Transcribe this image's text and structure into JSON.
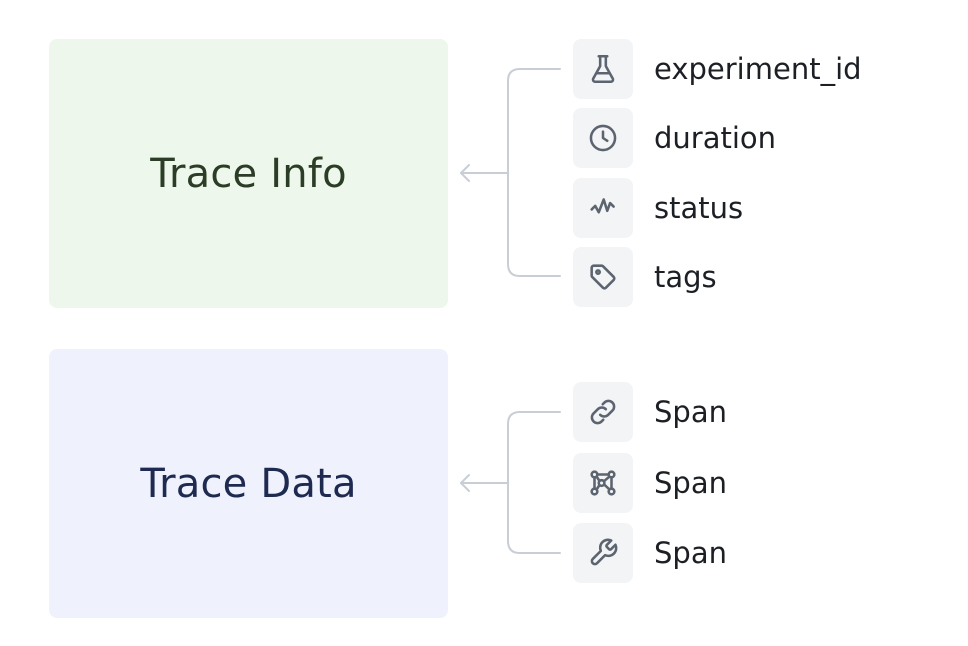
{
  "trace_info": {
    "title": "Trace Info",
    "fields": [
      {
        "label": "experiment_id",
        "icon": "flask-icon"
      },
      {
        "label": "duration",
        "icon": "clock-icon"
      },
      {
        "label": "status",
        "icon": "activity-icon"
      },
      {
        "label": "tags",
        "icon": "tag-icon"
      }
    ]
  },
  "trace_data": {
    "title": "Trace Data",
    "spans": [
      {
        "label": "Span",
        "icon": "link-icon"
      },
      {
        "label": "Span",
        "icon": "network-icon"
      },
      {
        "label": "Span",
        "icon": "wrench-icon"
      }
    ]
  },
  "colors": {
    "info_bg": "#eef7eb",
    "data_bg": "#eff2fd",
    "connector": "#c9ced6",
    "icon_tile": "#f3f4f6"
  }
}
